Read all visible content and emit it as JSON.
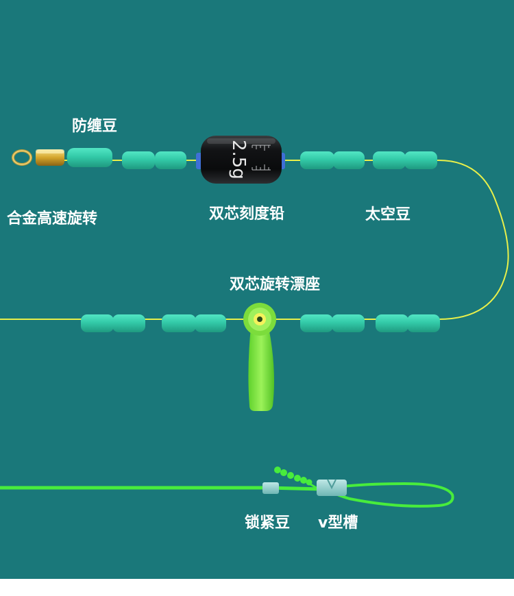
{
  "labels": {
    "anti_tangle_bead": "防缠豆",
    "alloy_swivel": "合金高速旋转",
    "double_core_scale_sinker": "双芯刻度铅",
    "space_bean": "太空豆",
    "double_core_swivel_float_seat": "双芯旋转漂座",
    "locking_bean": "锁紧豆",
    "v_groove": "v型槽"
  },
  "sinker_weight": "2.5g",
  "colors": {
    "background": "#1a787a",
    "fishing_line": "#e9f04a",
    "lower_line": "#48ec3c",
    "bead": "#3ccfae",
    "float_seat": "#7be53c",
    "sinker_body": "#1b1d1f",
    "swivel_gold": "#d8b23a"
  }
}
